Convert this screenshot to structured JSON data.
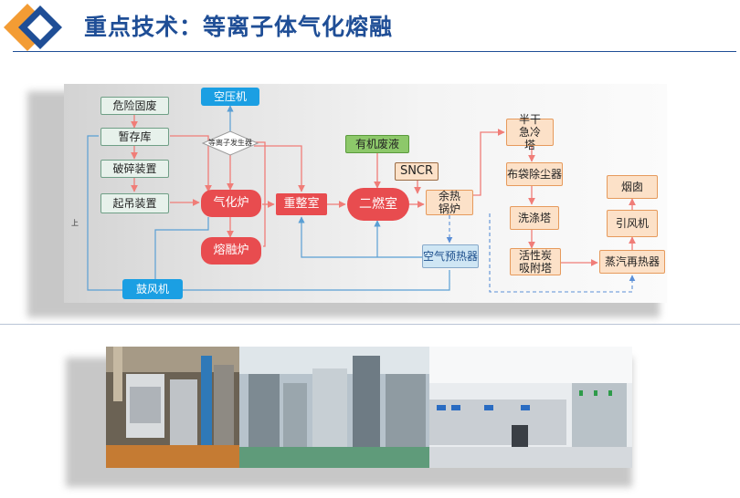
{
  "title": "重点技术：等离子体气化熔融",
  "diagram": {
    "nodes": {
      "hazardous_waste": "危险固废",
      "temp_storage": "暂存库",
      "crusher": "破碎装置",
      "crane": "起吊装置",
      "air_compressor": "空压机",
      "plasma_generator": "等离子发生器",
      "gasifier": "气化炉",
      "melting_furnace": "熔融炉",
      "reforming_chamber": "重整室",
      "organic_liquid": "有机废液",
      "secondary_combustion": "二燃室",
      "sncr": "SNCR",
      "waste_heat_boiler": "余热锅炉",
      "air_preheater": "空气预热器",
      "semi_dry_quench": "半干急冷塔",
      "bag_filter": "布袋除尘器",
      "scrubber": "洗涤塔",
      "activated_carbon": "活性炭吸附塔",
      "steam_reheater": "蒸汽再热器",
      "id_fan": "引风机",
      "chimney": "烟囱",
      "blower": "鼓风机"
    },
    "side_label": "上"
  },
  "colors": {
    "title": "#1f4e96",
    "process_line": "#f07d78",
    "air_line": "#5a9fd4",
    "dashed_line": "#5b8fd6"
  },
  "photos": [
    {
      "name": "gasifier-plant-photo"
    },
    {
      "name": "workshop-photo"
    },
    {
      "name": "control-room-photo"
    }
  ]
}
